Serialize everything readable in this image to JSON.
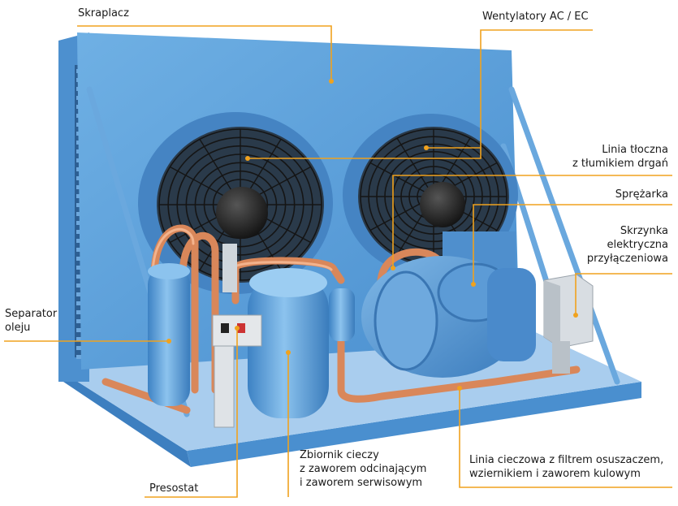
{
  "colors": {
    "leader": "#f0a21e",
    "body_blue": "#5b9fd8",
    "body_blue_dark": "#3c7fbf",
    "body_blue_light": "#8cc0ea",
    "copper": "#d9875a",
    "fan_grille": "#222222"
  },
  "labels": {
    "condenser": "Skraplacz",
    "fans": "Wentylatory AC / EC",
    "discharge_line": [
      "Linia tłoczna",
      "z tłumikiem drgań"
    ],
    "compressor": "Sprężarka",
    "junction_box": [
      "Skrzynka",
      "elektryczna",
      "przyłączeniowa"
    ],
    "oil_separator": [
      "Separator",
      "oleju"
    ],
    "receiver": [
      "Zbiornik cieczy",
      "z zaworem odcinającym",
      "i zaworem serwisowym"
    ],
    "pressostat": "Presostat",
    "liquid_line": [
      "Linia cieczowa z filtrem osuszaczem,",
      "wziernikiem i zaworem kulowym"
    ]
  }
}
